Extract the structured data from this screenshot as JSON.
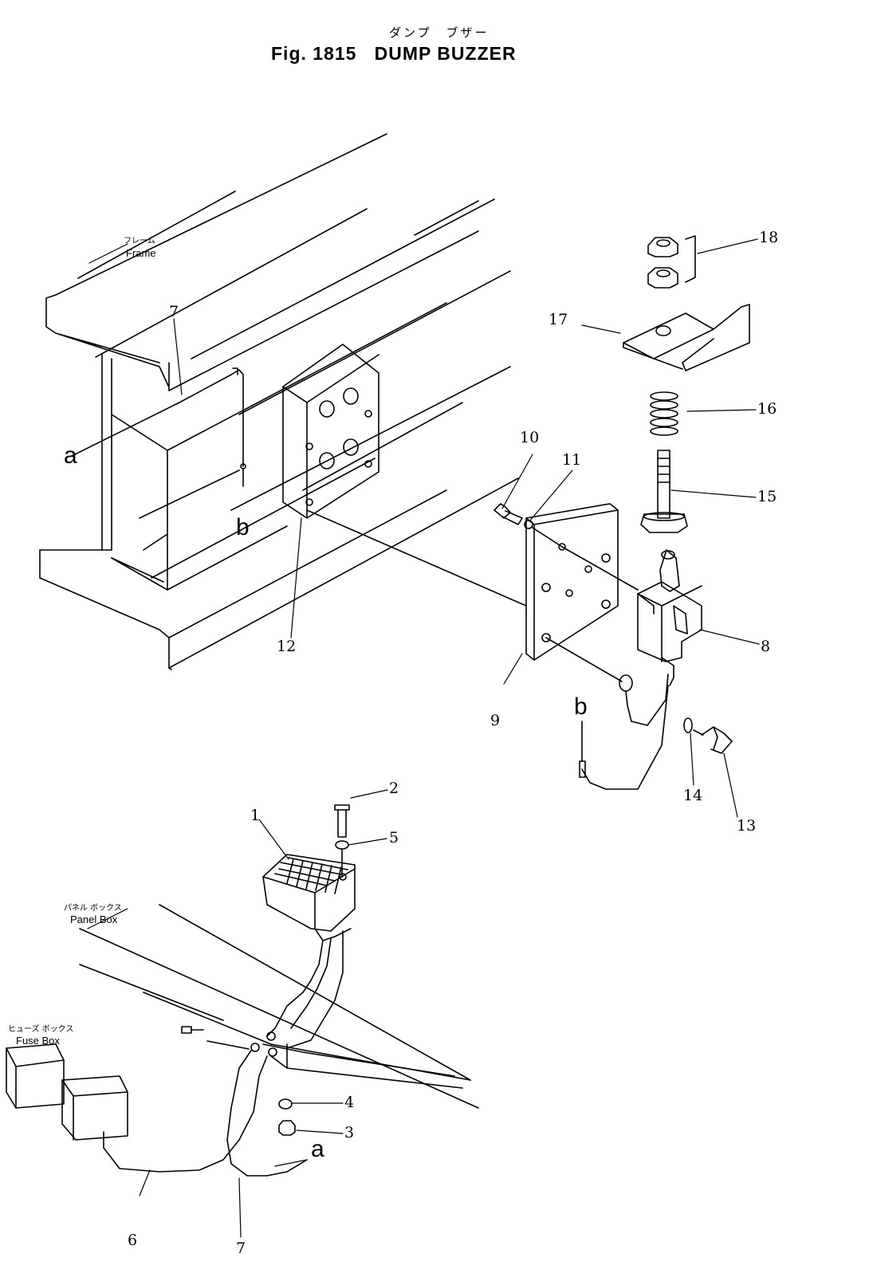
{
  "title": {
    "japanese": "ダンプ　ブザー",
    "figure": "Fig. 1815",
    "name": "DUMP BUZZER"
  },
  "labels": {
    "frame_jp": "フレーム",
    "frame_en": "Frame",
    "panel_box_jp": "パネル ボックス",
    "panel_box_en": "Panel Box",
    "fuse_box_jp": "ヒューズ ボックス",
    "fuse_box_en": "Fuse Box"
  },
  "callouts": {
    "p1": "1",
    "p2": "2",
    "p3": "3",
    "p4": "4",
    "p5": "5",
    "p6": "6",
    "p7_top": "7",
    "p7_bottom": "7",
    "p8": "8",
    "p9": "9",
    "p10": "10",
    "p11": "11",
    "p12": "12",
    "p13": "13",
    "p14": "14",
    "p15": "15",
    "p16": "16",
    "p17": "17",
    "p18": "18"
  },
  "connectors": {
    "a_top": "a",
    "b_top": "b",
    "b_right": "b",
    "a_bottom": "a"
  }
}
